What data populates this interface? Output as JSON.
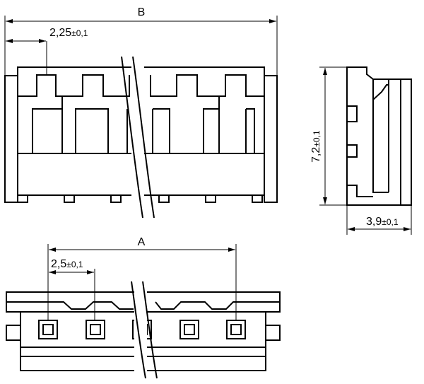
{
  "dimensions": {
    "b_label": "B",
    "a_label": "A",
    "pitch_top": {
      "value": "2,25",
      "tol": "±0,1"
    },
    "pitch_bottom": {
      "value": "2,5",
      "tol": "±0,1"
    },
    "height": {
      "value": "7,2",
      "tol": "±0,1"
    },
    "width": {
      "value": "3,9",
      "tol": "±0,1"
    }
  },
  "colors": {
    "stroke": "#000000",
    "background": "#ffffff"
  }
}
